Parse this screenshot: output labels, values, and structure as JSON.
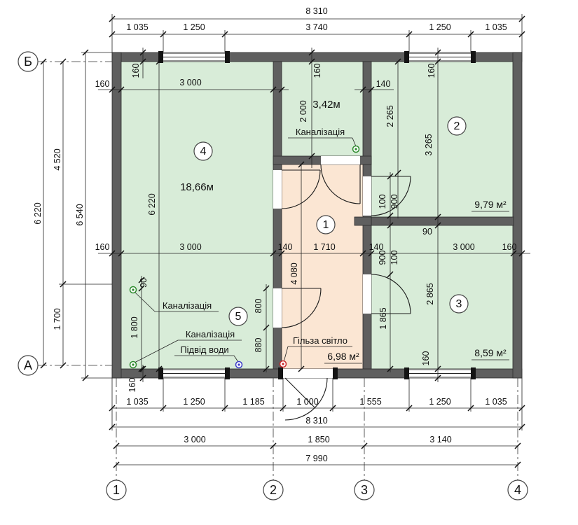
{
  "drawing": {
    "type": "floor-plan",
    "colors": {
      "room_fill": "#d8ecd8",
      "hall_fill": "#fbe6d3",
      "wall": "#5f5f5f",
      "sewer_marker": "#2e8b2e",
      "water_marker": "#3a3ac8",
      "light_marker": "#cc2a2a"
    },
    "axes": {
      "left_top": "Б",
      "left_bottom": "А",
      "col1": "1",
      "col2": "2",
      "col3": "3",
      "col4": "4"
    },
    "rooms": {
      "r1": {
        "num": "1",
        "area": "6,98 м²"
      },
      "r2": {
        "num": "2",
        "area": "9,79 м²"
      },
      "r3": {
        "num": "3",
        "area": "8,59 м²"
      },
      "r4": {
        "num": "4",
        "area": "18,66м"
      },
      "r5": {
        "num": "5"
      },
      "bath": {
        "area": "3,42м"
      }
    },
    "annotations": {
      "bath_sewer": "Каналізація",
      "r5_sewer1": "Каналізація",
      "r5_sewer2": "Каналізація",
      "water_supply": "Підвід води",
      "light_sleeve": "Гільза світло"
    },
    "dims": {
      "top_total": "8 310",
      "top_a": "1 035",
      "top_b": "1 250",
      "top_c": "3 740",
      "top_d": "1 250",
      "top_e": "1 035",
      "left_outer": "6 220",
      "left_seg_top": "4 520",
      "left_seg_bottom": "1 700",
      "left_total": "6 540",
      "bot_a": "1 035",
      "bot_b": "1 250",
      "bot_c": "1 185",
      "bot_d": "1 000",
      "bot_e": "1 555",
      "bot_f": "1 250",
      "bot_g": "1 035",
      "bot_total": "8 310",
      "ax_a": "3 000",
      "ax_b": "1 850",
      "ax_c": "3 140",
      "ax_total": "7 990",
      "r4_wall_top": "160",
      "r4_width": "3 000",
      "r4_wall_left": "160",
      "r4_height": "6 220",
      "bath_wall_top": "160",
      "bath_height": "2 000",
      "bath_wall_right": "140",
      "r2_wall_top": "160",
      "r2_seg": "2 265",
      "r2_height": "3 265",
      "mid_wall_left": "160",
      "mid_r4_width": "3 000",
      "mid_wall_a": "140",
      "hall_width": "1 710",
      "mid_wall_b": "140",
      "pier_100_u": "100",
      "pier_900_u": "900",
      "divider_90": "90",
      "pier_900_l": "900",
      "pier_100_l": "100",
      "r3_width": "3 000",
      "r3_wall_right": "160",
      "hall_length": "4 080",
      "r5_90": "90",
      "r5_len": "1 800",
      "r5_door": "800",
      "r5_seg": "880",
      "r5_wall_bottom": "160",
      "r3_height": "2 865",
      "r3_seg": "1 865",
      "r3_wall_bottom": "160"
    }
  }
}
